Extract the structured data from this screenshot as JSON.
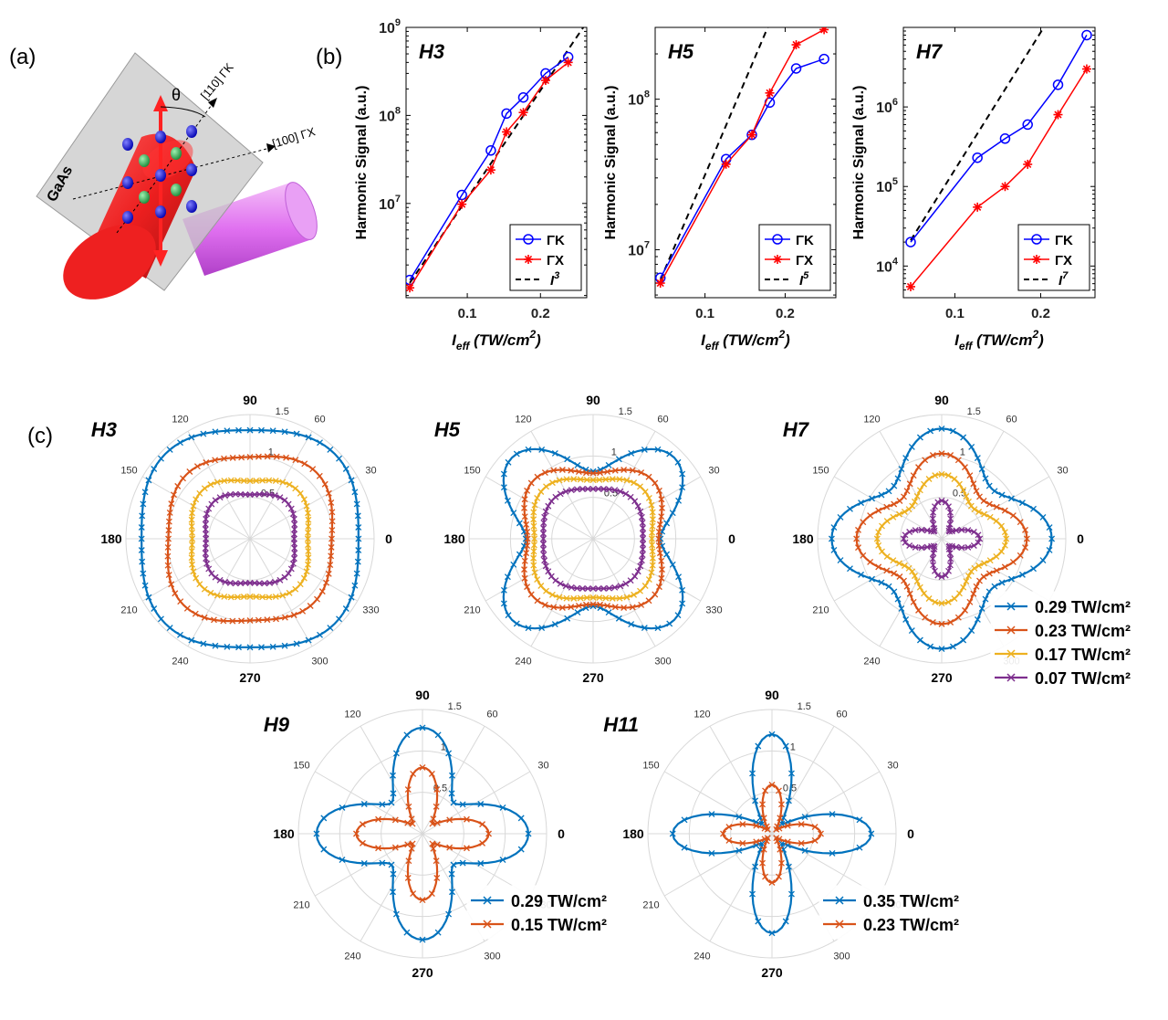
{
  "panel_labels": {
    "a": "(a)",
    "b": "(b)",
    "c": "(c)"
  },
  "schematic": {
    "material": "GaAs",
    "angle_symbol": "θ",
    "axis_gk": "[110] ΓK",
    "axis_gx": "[100] ΓX"
  },
  "colors": {
    "gk": "#0000ff",
    "gx": "#ff0000",
    "fit": "#000000",
    "series": [
      "#0072bd",
      "#d95319",
      "#edb120",
      "#7e2f8e"
    ],
    "beam_red": "#ff1a1a",
    "beam_pink": "#e070f0",
    "atom_blue": "#1010e0",
    "atom_green": "#2aa84a"
  },
  "chart_data": [
    {
      "type": "line",
      "title": "H3",
      "xlabel_main": "I",
      "xlabel_sub": "eff",
      "xlabel_unit": " (TW/cm",
      "xlabel_sup": "2",
      "xlabel_end": ")",
      "ylabel": "Harmonic Signal (a.u.)",
      "xscale": "log",
      "yscale": "log",
      "xlim": [
        0.056,
        0.31
      ],
      "ylim": [
        850000.0,
        1000000000.0
      ],
      "xticks": [
        0.1,
        0.2
      ],
      "xtick_labels": [
        "0.1",
        "0.2"
      ],
      "yticks": [
        10000000.0,
        100000000.0,
        1000000000.0
      ],
      "ytick_labels": [
        {
          "b": "10",
          "e": "7"
        },
        {
          "b": "10",
          "e": "8"
        },
        {
          "b": "10",
          "e": "9"
        }
      ],
      "series": [
        {
          "name": "ΓK",
          "marker": "circle",
          "x": [
            0.058,
            0.095,
            0.125,
            0.145,
            0.17,
            0.21,
            0.26
          ],
          "y": [
            1350000.0,
            12500000.0,
            40000000.0,
            105000000.0,
            160000000.0,
            300000000.0,
            460000000.0
          ]
        },
        {
          "name": "ΓX",
          "marker": "star",
          "x": [
            0.058,
            0.095,
            0.125,
            0.145,
            0.17,
            0.21,
            0.26
          ],
          "y": [
            1100000.0,
            9800000.0,
            24000000.0,
            65000000.0,
            108000000.0,
            250000000.0,
            400000000.0
          ]
        }
      ],
      "fit": {
        "label_main": "I",
        "label_sup": "3",
        "x": [
          0.058,
          0.3
        ],
        "y": [
          1250000.0,
          1000000000.0
        ]
      }
    },
    {
      "type": "line",
      "title": "H5",
      "xlabel_main": "I",
      "xlabel_sub": "eff",
      "xlabel_unit": " (TW/cm",
      "xlabel_sup": "2",
      "xlabel_end": ")",
      "ylabel": "Harmonic Signal (a.u.)",
      "xscale": "log",
      "yscale": "log",
      "xlim": [
        0.065,
        0.31
      ],
      "ylim": [
        4800000.0,
        300000000.0
      ],
      "xticks": [
        0.1,
        0.2
      ],
      "xtick_labels": [
        "0.1",
        "0.2"
      ],
      "yticks": [
        10000000.0,
        100000000.0
      ],
      "ytick_labels": [
        {
          "b": "10",
          "e": "7"
        },
        {
          "b": "10",
          "e": "8"
        }
      ],
      "series": [
        {
          "name": "ΓK",
          "marker": "circle",
          "x": [
            0.068,
            0.12,
            0.15,
            0.175,
            0.22,
            0.28
          ],
          "y": [
            6500000.0,
            40000000.0,
            58000000.0,
            95000000.0,
            160000000.0,
            185000000.0
          ]
        },
        {
          "name": "ΓX",
          "marker": "star",
          "x": [
            0.068,
            0.12,
            0.15,
            0.175,
            0.22,
            0.28
          ],
          "y": [
            6000000.0,
            37000000.0,
            58000000.0,
            110000000.0,
            230000000.0,
            290000000.0
          ]
        }
      ],
      "fit": {
        "label_main": "I",
        "label_sup": "5",
        "x": [
          0.068,
          0.172
        ],
        "y": [
          6300000.0,
          300000000.0
        ]
      }
    },
    {
      "type": "line",
      "title": "H7",
      "xlabel_main": "I",
      "xlabel_sub": "eff",
      "xlabel_unit": " (TW/cm",
      "xlabel_sup": "2",
      "xlabel_end": ")",
      "ylabel": "Harmonic Signal (a.u.)",
      "xscale": "log",
      "yscale": "log",
      "xlim": [
        0.066,
        0.31
      ],
      "ylim": [
        4000.0,
        10000000.0
      ],
      "xticks": [
        0.1,
        0.2
      ],
      "xtick_labels": [
        "0.1",
        "0.2"
      ],
      "yticks": [
        10000.0,
        100000.0,
        1000000.0
      ],
      "ytick_labels": [
        {
          "b": "10",
          "e": "4"
        },
        {
          "b": "10",
          "e": "5"
        },
        {
          "b": "10",
          "e": "6"
        }
      ],
      "series": [
        {
          "name": "ΓK",
          "marker": "circle",
          "x": [
            0.07,
            0.12,
            0.15,
            0.18,
            0.23,
            0.29
          ],
          "y": [
            20000.0,
            230000.0,
            400000.0,
            600000.0,
            1900000.0,
            8000000.0
          ]
        },
        {
          "name": "ΓX",
          "marker": "star",
          "x": [
            0.07,
            0.12,
            0.15,
            0.18,
            0.23,
            0.29
          ],
          "y": [
            5500.0,
            55000.0,
            100000.0,
            190000.0,
            800000.0,
            3000000.0
          ]
        }
      ],
      "fit": {
        "label_main": "I",
        "label_sup": "7",
        "x": [
          0.07,
          0.205
        ],
        "y": [
          21000.0,
          10000000.0
        ]
      }
    }
  ],
  "polar_common": {
    "rmax": 1.5,
    "rticks": [
      0.5,
      1,
      1.5
    ],
    "rtick_labels": [
      "0.5",
      "1",
      "1.5"
    ],
    "angle_ticks": [
      0,
      30,
      60,
      90,
      120,
      150,
      180,
      210,
      240,
      270,
      300,
      330
    ],
    "angle_labels": [
      "0",
      "30",
      "60",
      "90",
      "120",
      "150",
      "180",
      "210",
      "240",
      "270",
      "300",
      "330"
    ]
  },
  "polar_data": [
    {
      "title": "H3",
      "legend": false,
      "series": [
        {
          "name": "0.29 TW/cm²",
          "a": 1.38,
          "c4": -0.05,
          "c2": 0.0,
          "s2": 0.0
        },
        {
          "name": "0.23 TW/cm²",
          "a": 1.05,
          "c4": -0.06,
          "c2": 0.0,
          "s2": 0.02
        },
        {
          "name": "0.17 TW/cm²",
          "a": 0.76,
          "c4": -0.08,
          "c2": 0.0,
          "s2": 0.0
        },
        {
          "name": "0.07 TW/cm²",
          "a": 0.58,
          "c4": -0.08,
          "c2": 0.0,
          "s2": 0.0
        }
      ]
    },
    {
      "title": "H5",
      "legend": false,
      "series": [
        {
          "name": "0.29 TW/cm²",
          "a": 1.1,
          "c4": -0.26,
          "c2": 0.0,
          "s2": 0.0
        },
        {
          "name": "0.23 TW/cm²",
          "a": 0.9,
          "c4": -0.12,
          "c2": 0.0,
          "s2": 0.0
        },
        {
          "name": "0.17 TW/cm²",
          "a": 0.78,
          "c4": -0.09,
          "c2": 0.0,
          "s2": 0.0
        },
        {
          "name": "0.07 TW/cm²",
          "a": 0.64,
          "c4": -0.06,
          "c2": 0.0,
          "s2": 0.0
        }
      ]
    },
    {
      "title": "H7",
      "legend": true,
      "series": [
        {
          "name": "0.29 TW/cm²",
          "lobe": 0.95,
          "base": 0.38,
          "n": 4
        },
        {
          "name": "0.23 TW/cm²",
          "lobe": 0.7,
          "base": 0.33,
          "n": 4
        },
        {
          "name": "0.17 TW/cm²",
          "lobe": 0.5,
          "base": 0.28,
          "n": 4
        },
        {
          "name": "0.07 TW/cm²",
          "lobe": 0.38,
          "base": 0.08,
          "n": 8
        }
      ]
    },
    {
      "title": "H9",
      "legend": true,
      "series": [
        {
          "name": "0.29 TW/cm²",
          "lobe": 1.0,
          "base": 0.28,
          "n": 6
        },
        {
          "name": "0.15 TW/cm²",
          "lobe": 0.72,
          "base": 0.08,
          "n": 8
        }
      ]
    },
    {
      "title": "H11",
      "legend": true,
      "series": [
        {
          "name": "0.35 TW/cm²",
          "lobe": 1.1,
          "base": 0.1,
          "n": 10
        },
        {
          "name": "0.23 TW/cm²",
          "lobe": 0.55,
          "base": 0.04,
          "n": 10
        }
      ]
    }
  ]
}
